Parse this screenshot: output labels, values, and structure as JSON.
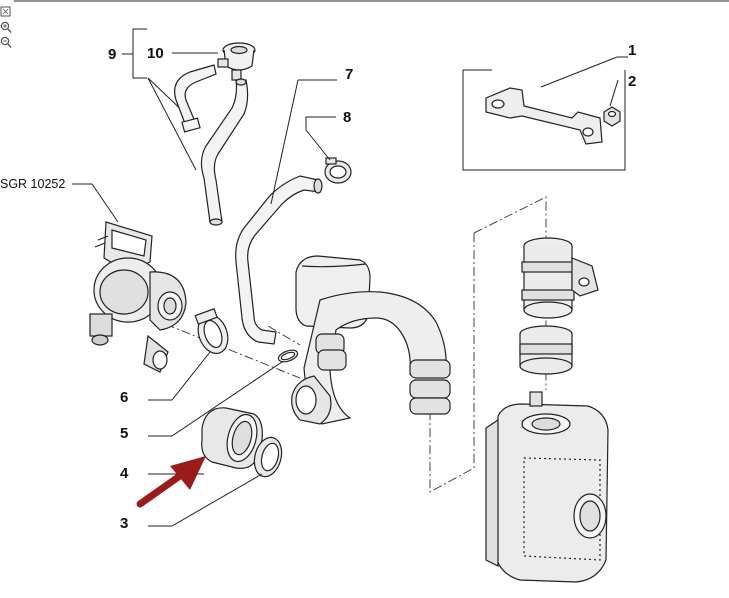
{
  "diagram": {
    "callouts": [
      "1",
      "2",
      "3",
      "4",
      "5",
      "6",
      "7",
      "8",
      "9",
      "10"
    ],
    "code_label": "SGR 10252"
  },
  "toolbar": {
    "icons": [
      "fit-page-icon",
      "zoom-in-icon",
      "zoom-out-icon"
    ]
  },
  "highlight": {
    "arrow_color": "#9b1b1b"
  }
}
